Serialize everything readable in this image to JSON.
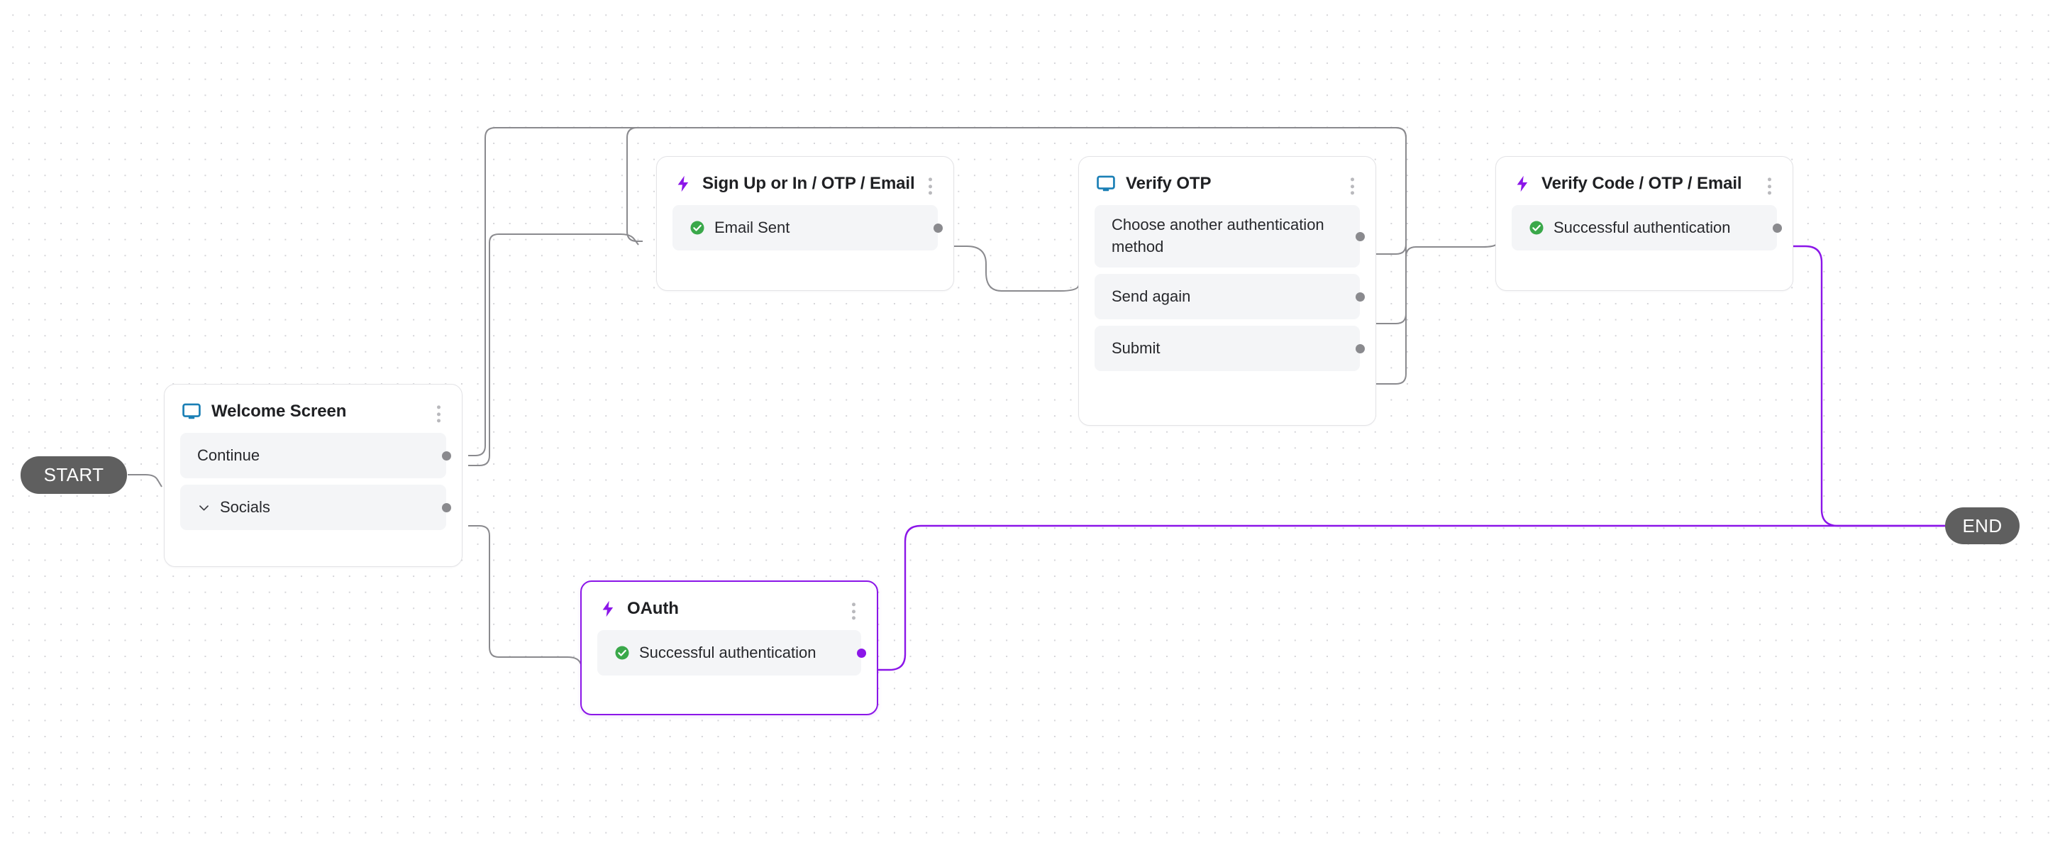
{
  "canvas": {
    "background": "#ffffff",
    "grid_dot_color": "#d4d4d8",
    "edge_color": "#8a8a8e",
    "selected_color": "#8b16e8",
    "screen_icon_color": "#1a7fb5",
    "bolt_icon_color": "#8b16e8",
    "check_icon_color": "#3aa84a"
  },
  "terminals": {
    "start": {
      "label": "START"
    },
    "end": {
      "label": "END"
    }
  },
  "nodes": [
    {
      "id": "welcome-screen",
      "title": "Welcome Screen",
      "icon": "monitor-icon",
      "selected": false,
      "menu_icon": "kebab-menu-icon",
      "ports": [
        {
          "label": "Continue",
          "icon": null
        },
        {
          "label": "Socials",
          "icon": "chevron-down-icon"
        }
      ]
    },
    {
      "id": "sign-up-or-in-otp-email",
      "title": "Sign Up or In / OTP / Email",
      "icon": "bolt-icon",
      "selected": false,
      "menu_icon": "kebab-menu-icon",
      "ports": [
        {
          "label": "Email Sent",
          "icon": "check-circle-icon"
        }
      ]
    },
    {
      "id": "verify-otp",
      "title": "Verify OTP",
      "icon": "monitor-icon",
      "selected": false,
      "menu_icon": "kebab-menu-icon",
      "ports": [
        {
          "label": "Choose another authentication method",
          "icon": null
        },
        {
          "label": "Send again",
          "icon": null
        },
        {
          "label": "Submit",
          "icon": null
        }
      ]
    },
    {
      "id": "verify-code-otp-email",
      "title": "Verify Code / OTP / Email",
      "icon": "bolt-icon",
      "selected": false,
      "menu_icon": "kebab-menu-icon",
      "ports": [
        {
          "label": "Successful authentication",
          "icon": "check-circle-icon"
        }
      ]
    },
    {
      "id": "oauth",
      "title": "OAuth",
      "icon": "bolt-icon",
      "selected": true,
      "menu_icon": "kebab-menu-icon",
      "ports": [
        {
          "label": "Successful authentication",
          "icon": "check-circle-icon"
        }
      ]
    }
  ],
  "edges": [
    {
      "from": "start",
      "to": "welcome-screen",
      "selected": false
    },
    {
      "from": "welcome-screen.Continue",
      "to": "sign-up-or-in-otp-email",
      "selected": false
    },
    {
      "from": "welcome-screen.Socials",
      "to": "oauth",
      "selected": false
    },
    {
      "from": "sign-up-or-in-otp-email.Email Sent",
      "to": "verify-otp",
      "selected": false
    },
    {
      "from": "verify-otp.Choose another authentication method",
      "to": "welcome-screen",
      "selected": false
    },
    {
      "from": "verify-otp.Send again",
      "to": "sign-up-or-in-otp-email",
      "selected": false
    },
    {
      "from": "verify-otp.Submit",
      "to": "verify-code-otp-email",
      "selected": false
    },
    {
      "from": "verify-code-otp-email.Successful authentication",
      "to": "end",
      "selected": true
    },
    {
      "from": "oauth.Successful authentication",
      "to": "end",
      "selected": true
    }
  ]
}
